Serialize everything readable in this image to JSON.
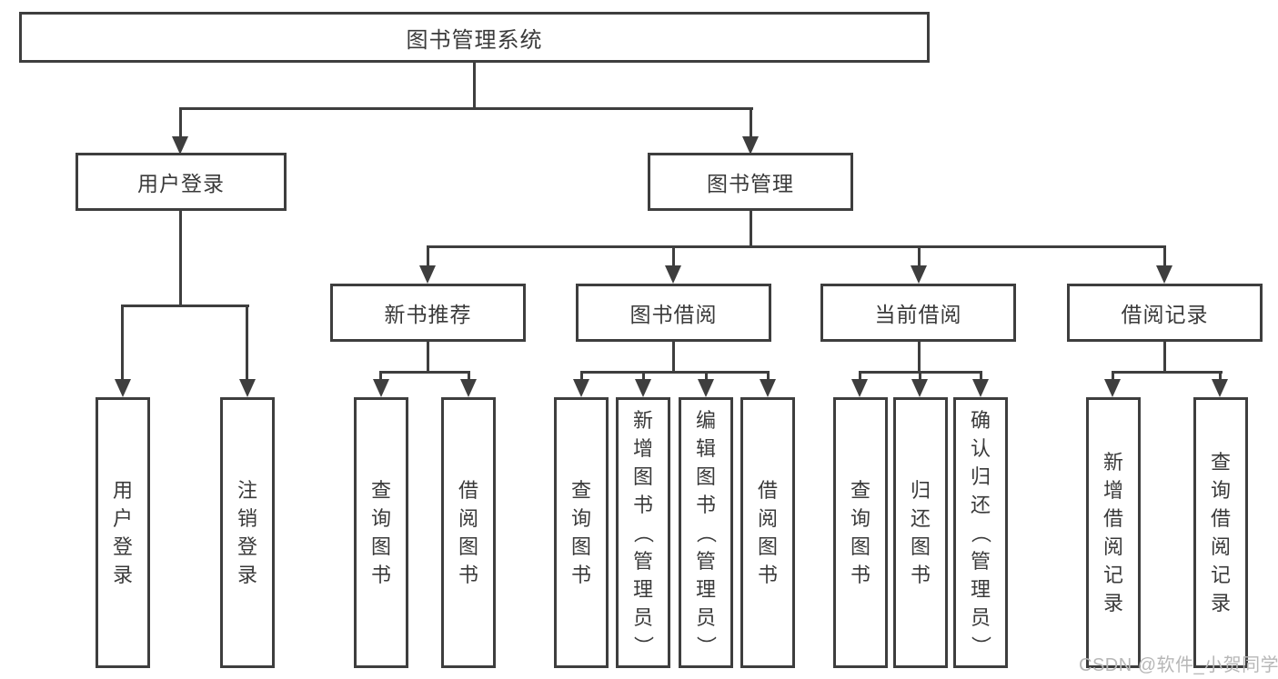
{
  "watermark": "CSDN @软件_小贺同学",
  "colors": {
    "line": "#3e3e3e",
    "text": "#3a3a3a",
    "watermark": "#b7b7b7"
  },
  "tree": {
    "label": "图书管理系统",
    "children": [
      {
        "label": "用户登录",
        "children": [
          {
            "label": "用户登录"
          },
          {
            "label": "注销登录"
          }
        ]
      },
      {
        "label": "图书管理",
        "children": [
          {
            "label": "新书推荐",
            "children": [
              {
                "label": "查询图书"
              },
              {
                "label": "借阅图书"
              }
            ]
          },
          {
            "label": "图书借阅",
            "children": [
              {
                "label": "查询图书"
              },
              {
                "label": "新增图书（管理员）"
              },
              {
                "label": "编辑图书（管理员）"
              },
              {
                "label": "借阅图书"
              }
            ]
          },
          {
            "label": "当前借阅",
            "children": [
              {
                "label": "查询图书"
              },
              {
                "label": "归还图书"
              },
              {
                "label": "确认归还（管理员）"
              }
            ]
          },
          {
            "label": "借阅记录",
            "children": [
              {
                "label": "新增借阅记录"
              },
              {
                "label": "查询借阅记录"
              }
            ]
          }
        ]
      }
    ]
  }
}
